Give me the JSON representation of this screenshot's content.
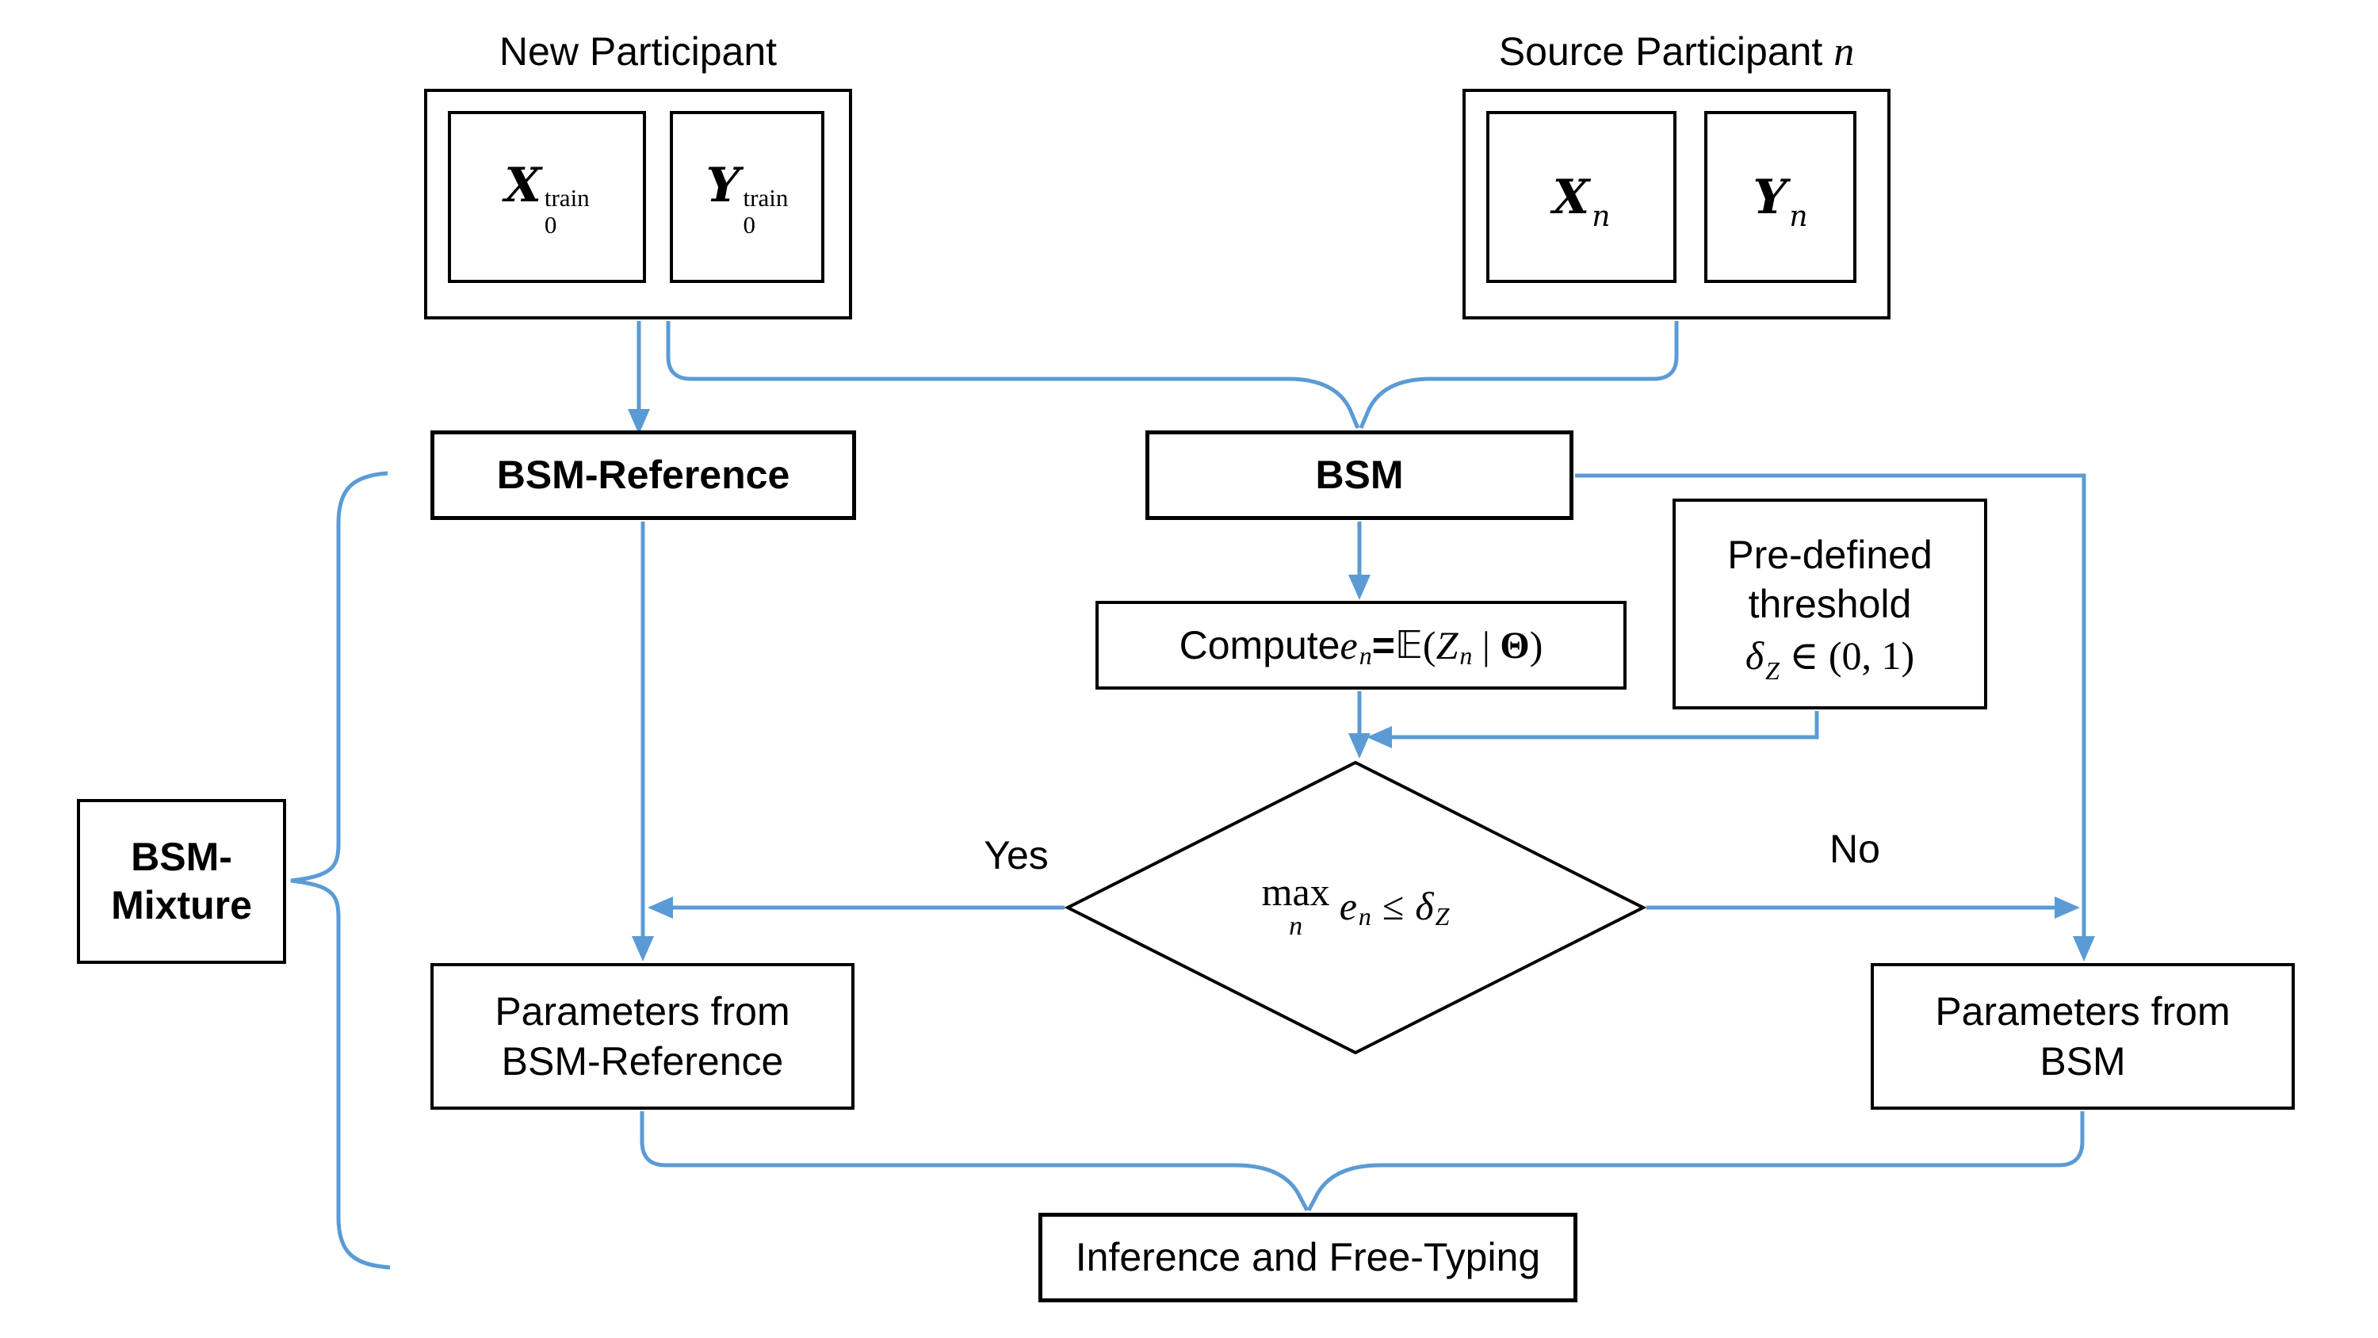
{
  "colors": {
    "accent": "#5B9BD5",
    "line": "#000000",
    "background": "#FFFFFF"
  },
  "participants": {
    "new": {
      "title": "New Participant",
      "x": {
        "base": "X",
        "sub": "0",
        "sup": "train"
      },
      "y": {
        "base": "Y",
        "sub": "0",
        "sup": "train"
      }
    },
    "source": {
      "title_prefix": "Source Participant ",
      "title_var": "n",
      "x": {
        "base": "X",
        "sub": "n"
      },
      "y": {
        "base": "Y",
        "sub": "n"
      }
    }
  },
  "nodes": {
    "bsm_reference": {
      "label": "BSM-Reference"
    },
    "bsm": {
      "label": "BSM"
    },
    "compute": {
      "prefix": "Compute ",
      "e": "e",
      "e_sub": "n",
      "eq": " = ",
      "expectation": "𝔼",
      "open": "(",
      "z": "Z",
      "z_sub": "n",
      "bar": " | ",
      "theta": "Θ",
      "close": ")"
    },
    "threshold": {
      "line1": "Pre-defined",
      "line2": "threshold",
      "delta": "δ",
      "delta_sub": "Z",
      "range": " ∈ (0, 1)"
    },
    "decision": {
      "max": "max",
      "max_sub": "n",
      "e": "e",
      "e_sub": "n",
      "op": "≤",
      "delta": "δ",
      "delta_sub": "Z"
    },
    "param_ref": {
      "line1": "Parameters from",
      "line2": "BSM-Reference"
    },
    "param_bsm": {
      "line1": "Parameters from",
      "line2": "BSM"
    },
    "inference": {
      "label": "Inference and Free-Typing"
    },
    "mixture": {
      "line1": "BSM-",
      "line2": "Mixture"
    }
  },
  "edges": {
    "yes": "Yes",
    "no": "No"
  }
}
